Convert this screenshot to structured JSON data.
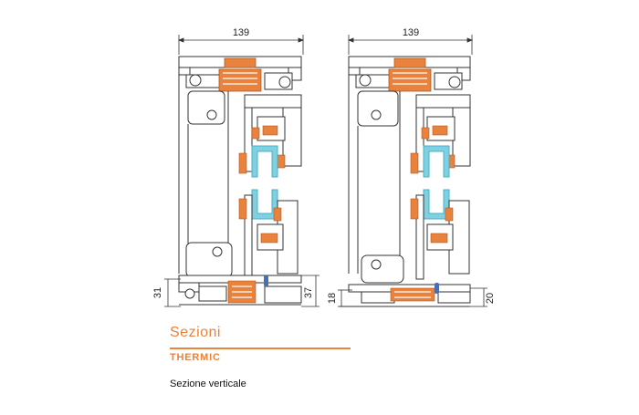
{
  "dimensions": {
    "left": {
      "width": "139",
      "bottom_left": "31",
      "bottom_right": "37"
    },
    "right": {
      "width": "139",
      "bottom_left": "18",
      "bottom_right": "20"
    }
  },
  "caption": {
    "title": "Sezioni",
    "subtitle": "THERMIC",
    "description": "Sezione verticale"
  },
  "colors": {
    "profile_stroke": "#333333",
    "thermal_break": "#e8823c",
    "glass": "#7fd0e0",
    "gasket": "#4a6fb0",
    "accent": "#e8823c"
  }
}
